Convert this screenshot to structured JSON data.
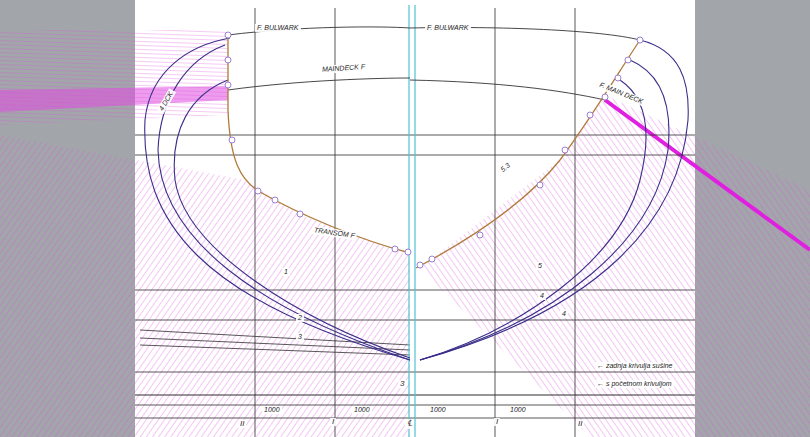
{
  "diagram": {
    "labels": [
      "F. BULWARK",
      "F. BULWARK",
      "MAINDECK F",
      "F. MAIN DECK",
      "4 DCK",
      "TRANSOM F",
      "5.3",
      "1",
      "2",
      "3",
      "5",
      "4",
      "4",
      "3",
      "← zadnja krivulja sušine",
      "← s početnom krivuljom",
      "1000",
      "1000",
      "1000",
      "1000",
      "II",
      "I",
      "℄",
      "I",
      "II"
    ]
  }
}
